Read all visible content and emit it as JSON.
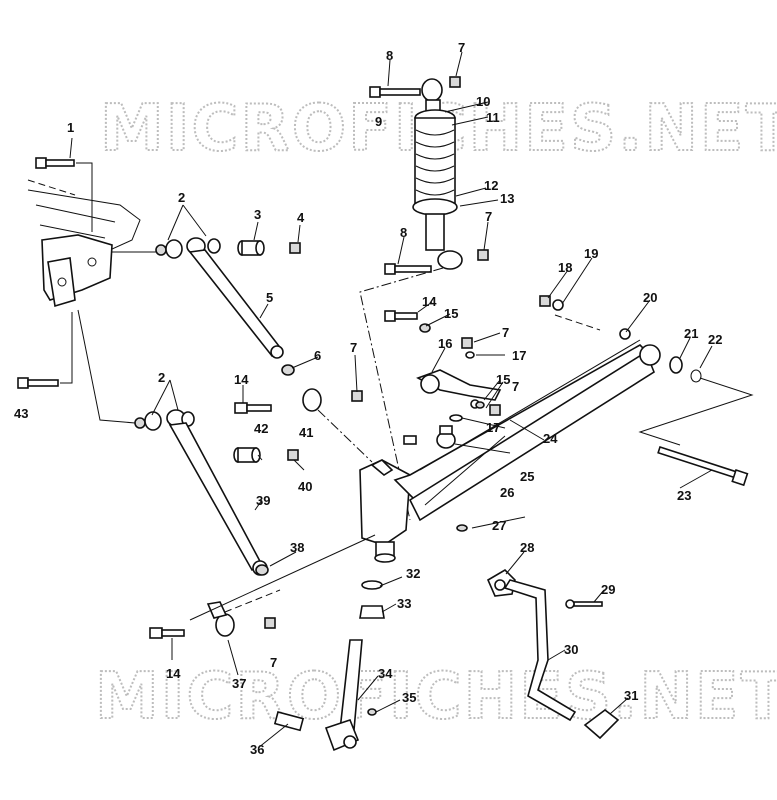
{
  "diagram": {
    "watermark_top": "MICROFICHES.NET",
    "watermark_bottom": "MICROFICHES.NET",
    "callouts": [
      "1",
      "2",
      "3",
      "4",
      "5",
      "6",
      "7",
      "8",
      "9",
      "10",
      "11",
      "12",
      "13",
      "14",
      "15",
      "16",
      "17",
      "18",
      "19",
      "20",
      "21",
      "22",
      "23",
      "24",
      "25",
      "26",
      "27",
      "28",
      "29",
      "30",
      "31",
      "32",
      "33",
      "34",
      "35",
      "36",
      "37",
      "38",
      "39",
      "40",
      "41",
      "42",
      "43"
    ]
  }
}
